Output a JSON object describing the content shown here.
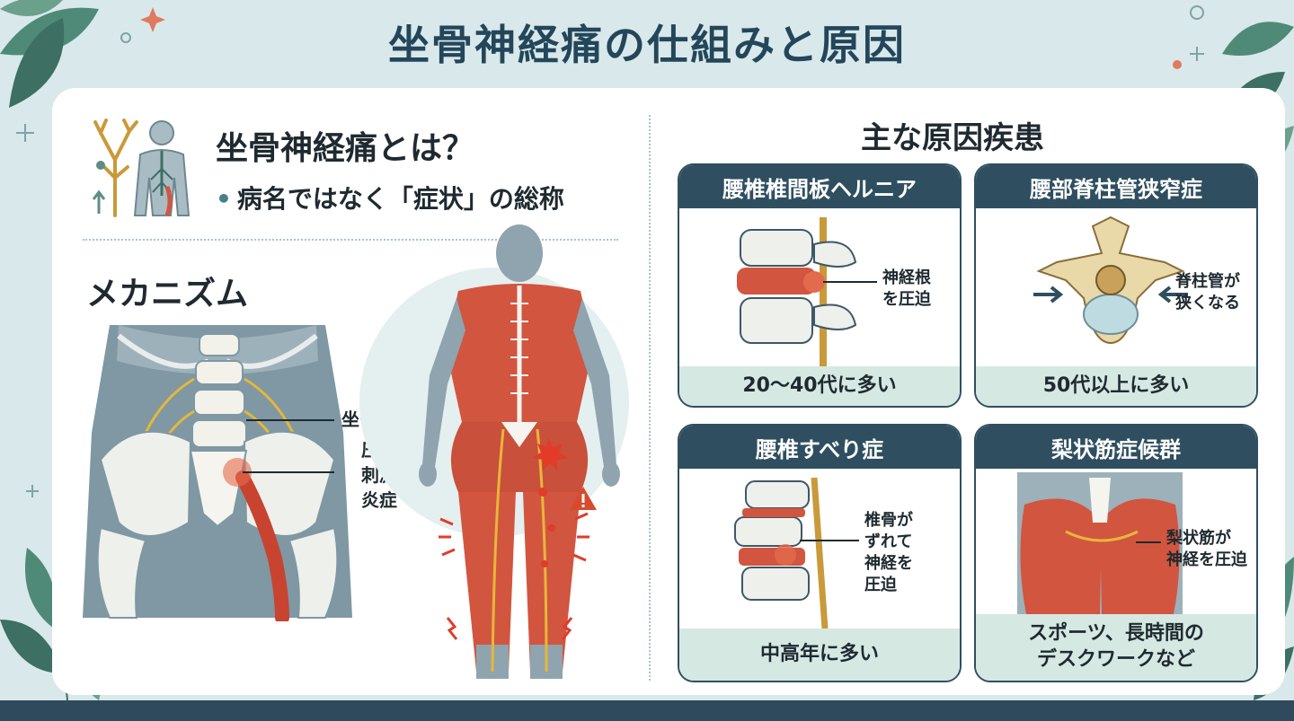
{
  "title": "坐骨神経痛の仕組みと原因",
  "intro": {
    "heading": "坐骨神経痛とは？",
    "bullet_mark": "•",
    "bullet": "病名ではなく「症状」の総称"
  },
  "mechanism": {
    "heading": "メカニズム",
    "label_nerve": "坐骨神経",
    "label_cause_1": "圧迫・",
    "label_cause_2": "刺激・",
    "label_cause_3": "炎症"
  },
  "causes": {
    "heading": "主な原因疾患",
    "cards": [
      {
        "title": "腰椎椎間板ヘルニア",
        "note_1": "神経根",
        "note_2": "を圧迫",
        "footer_1": "20〜40代に多い",
        "footer_2": ""
      },
      {
        "title": "腰部脊柱管狭窄症",
        "note_1": "脊柱管が",
        "note_2": "狭くなる",
        "footer_1": "50代以上に多い",
        "footer_2": ""
      },
      {
        "title": "腰椎すべり症",
        "note_1": "椎骨が",
        "note_2": "ずれて",
        "note_3": "神経を",
        "note_4": "圧迫",
        "footer_1": "中高年に多い",
        "footer_2": ""
      },
      {
        "title": "梨状筋症候群",
        "note_1": "梨状筋が",
        "note_2": "神経を圧迫",
        "footer_1": "スポーツ、長時間の",
        "footer_2": "デスクワークなど"
      }
    ]
  },
  "colors": {
    "navy": "#2f4f60",
    "muscle": "#d2553f",
    "bone": "#f2f1ea",
    "nerve": "#e6b73a",
    "skin_gray": "#8fa4ae",
    "mint": "#d6e8e2",
    "warning": "#d84a2e"
  },
  "icons": [
    "nerve-tree-icon",
    "body-outline-icon",
    "warning-icon",
    "leaf-icon",
    "sparkle-icon"
  ]
}
